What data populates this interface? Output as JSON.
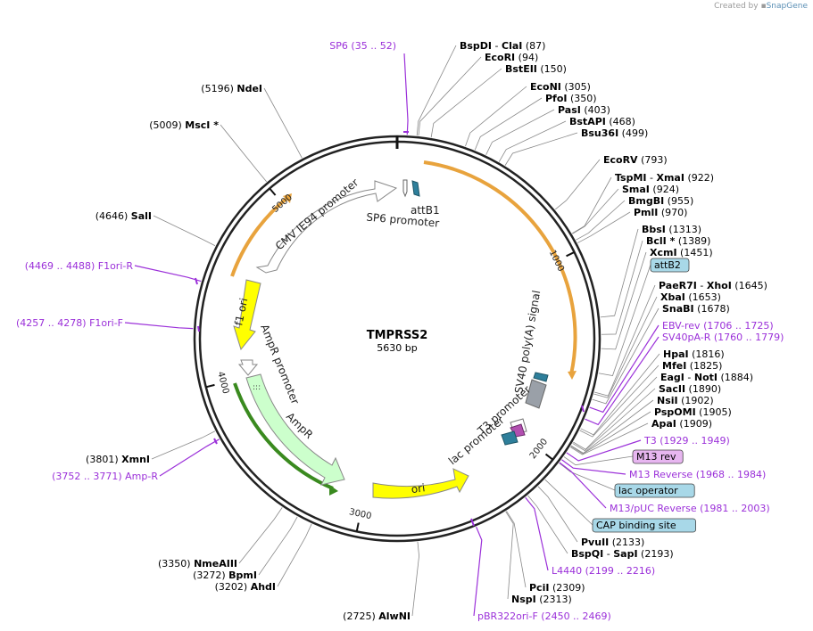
{
  "credit": {
    "prefix": "Created by",
    "brand": "SnapGene"
  },
  "plasmid": {
    "name": "TMPRSS2",
    "size": "5630 bp",
    "length": 5630
  },
  "ticks": [
    {
      "bp": 1000,
      "label": "1000"
    },
    {
      "bp": 2000,
      "label": "2000"
    },
    {
      "bp": 3000,
      "label": "3000"
    },
    {
      "bp": 4000,
      "label": "4000"
    },
    {
      "bp": 5000,
      "label": "5000"
    }
  ],
  "features": [
    {
      "name": "SP6 promoter",
      "start": 35,
      "end": 52,
      "color": "#ffffff",
      "kind": "arrow",
      "dir": 1,
      "label": "SP6 promoter"
    },
    {
      "name": "attB1",
      "start": 90,
      "end": 110,
      "color": "#2e7f9b",
      "kind": "box",
      "label": "attB1"
    },
    {
      "name": "CMV IE94 promoter",
      "label": "CMV IE94 promoter",
      "color": "#ffffff",
      "kind": "arrow"
    },
    {
      "name": "f1 ori",
      "label": "f1 ori",
      "color": "#ffff00",
      "kind": "arrow"
    },
    {
      "name": "AmpR promoter",
      "label": "AmpR promoter",
      "color": "#ffffff",
      "kind": "arrow"
    },
    {
      "name": "AmpR",
      "label": "AmpR",
      "color": "#ccffcc",
      "kind": "arrow"
    },
    {
      "name": "ori",
      "label": "ori",
      "color": "#ffff00",
      "kind": "arrow"
    },
    {
      "name": "lac promoter",
      "label": "lac promoter",
      "color": "#ffffff",
      "kind": "arrow"
    },
    {
      "name": "T3 promoter",
      "label": "T3 promoter",
      "color": "#ffffff",
      "kind": "arrow"
    },
    {
      "name": "SV40 poly(A) signal",
      "label": "SV40 poly(A) signal",
      "color": "#9aa0a8",
      "kind": "box"
    },
    {
      "name": "attB2",
      "label": "attB2",
      "color": "#2e7f9b",
      "kind": "box"
    }
  ],
  "labels": [
    {
      "id": "sp6",
      "side": "top",
      "text1": "(35 .. 52)",
      "text2": "SP6",
      "bold": false,
      "color": "#9b30d9",
      "bp": 44
    },
    {
      "id": "bspdi",
      "side": "right",
      "text1": "BspDI",
      "sep": " - ",
      "text1b": "ClaI",
      "text2": "(87)",
      "bold": true,
      "color": "#000",
      "bp": 87
    },
    {
      "id": "ecori",
      "side": "right",
      "text1": "EcoRI",
      "text2": "(94)",
      "bold": true,
      "color": "#000",
      "bp": 94
    },
    {
      "id": "bsteii",
      "side": "right",
      "text1": "BstEII",
      "text2": "(150)",
      "bold": true,
      "color": "#000",
      "bp": 150
    },
    {
      "id": "econi",
      "side": "right",
      "text1": "EcoNI",
      "text2": "(305)",
      "bold": true,
      "color": "#000",
      "bp": 305
    },
    {
      "id": "pfoi",
      "side": "right",
      "text1": "PfoI",
      "text2": "(350)",
      "bold": true,
      "color": "#000",
      "bp": 350
    },
    {
      "id": "pasi",
      "side": "right",
      "text1": "PasI",
      "text2": "(403)",
      "bold": true,
      "color": "#000",
      "bp": 403
    },
    {
      "id": "bstapi",
      "side": "right",
      "text1": "BstAPI",
      "text2": "(468)",
      "bold": true,
      "color": "#000",
      "bp": 468
    },
    {
      "id": "bsu36i",
      "side": "right",
      "text1": "Bsu36I",
      "text2": "(499)",
      "bold": true,
      "color": "#000",
      "bp": 499
    },
    {
      "id": "ecorv",
      "side": "right",
      "text1": "EcoRV",
      "text2": "(793)",
      "bold": true,
      "color": "#000",
      "bp": 793
    },
    {
      "id": "tspmi",
      "side": "right",
      "text1": "TspMI",
      "sep": " - ",
      "text1b": "XmaI",
      "text2": "(922)",
      "bold": true,
      "color": "#000",
      "bp": 922
    },
    {
      "id": "smai",
      "side": "right",
      "text1": "SmaI",
      "text2": "(924)",
      "bold": true,
      "color": "#000",
      "bp": 924
    },
    {
      "id": "bmgbi",
      "side": "right",
      "text1": "BmgBI",
      "text2": "(955)",
      "bold": true,
      "color": "#000",
      "bp": 955
    },
    {
      "id": "pmli",
      "side": "right",
      "text1": "PmlI",
      "text2": "(970)",
      "bold": true,
      "color": "#000",
      "bp": 970
    },
    {
      "id": "bbsi",
      "side": "right",
      "text1": "BbsI",
      "text2": "(1313)",
      "bold": true,
      "color": "#000",
      "bp": 1313
    },
    {
      "id": "bcli",
      "side": "right",
      "text1": "BclI *",
      "text2": "(1389)",
      "bold": true,
      "color": "#000",
      "bp": 1389
    },
    {
      "id": "xcmi",
      "side": "right",
      "text1": "XcmI",
      "text2": "(1451)",
      "bold": true,
      "color": "#000",
      "bp": 1451
    },
    {
      "id": "attb2",
      "side": "right",
      "text1": "attB2",
      "text2": "",
      "box": "#a8d8e8",
      "color": "#000",
      "bp": 1560
    },
    {
      "id": "paer7i",
      "side": "right",
      "text1": "PaeR7I",
      "sep": " - ",
      "text1b": "XhoI",
      "text2": "(1645)",
      "bold": true,
      "color": "#000",
      "bp": 1645
    },
    {
      "id": "xbai",
      "side": "right",
      "text1": "XbaI",
      "text2": "(1653)",
      "bold": true,
      "color": "#000",
      "bp": 1653
    },
    {
      "id": "snabi",
      "side": "right",
      "text1": "SnaBI",
      "text2": "(1678)",
      "bold": true,
      "color": "#000",
      "bp": 1678
    },
    {
      "id": "ebvrev",
      "side": "right",
      "text1": "EBV-rev",
      "text2": "(1706 .. 1725)",
      "bold": false,
      "color": "#9b30d9",
      "bp": 1715
    },
    {
      "id": "sv40par",
      "side": "right",
      "text1": "SV40pA-R",
      "text2": "(1760 .. 1779)",
      "bold": false,
      "color": "#9b30d9",
      "bp": 1770
    },
    {
      "id": "hpai",
      "side": "right",
      "text1": "HpaI",
      "text2": "(1816)",
      "bold": true,
      "color": "#000",
      "bp": 1816
    },
    {
      "id": "mfei",
      "side": "right",
      "text1": "MfeI",
      "text2": "(1825)",
      "bold": true,
      "color": "#000",
      "bp": 1825
    },
    {
      "id": "eagi",
      "side": "right",
      "text1": "EagI",
      "sep": " - ",
      "text1b": "NotI",
      "text2": "(1884)",
      "bold": true,
      "color": "#000",
      "bp": 1884
    },
    {
      "id": "sacii",
      "side": "right",
      "text1": "SacII",
      "text2": "(1890)",
      "bold": true,
      "color": "#000",
      "bp": 1890
    },
    {
      "id": "nsii",
      "side": "right",
      "text1": "NsiI",
      "text2": "(1902)",
      "bold": true,
      "color": "#000",
      "bp": 1902
    },
    {
      "id": "psp",
      "side": "right",
      "text1": "PspOMI",
      "text2": "(1905)",
      "bold": true,
      "color": "#000",
      "bp": 1905
    },
    {
      "id": "apai",
      "side": "right",
      "text1": "ApaI",
      "text2": "(1909)",
      "bold": true,
      "color": "#000",
      "bp": 1909
    },
    {
      "id": "t3",
      "side": "right",
      "text1": "T3",
      "text2": "(1929 .. 1949)",
      "bold": false,
      "color": "#9b30d9",
      "bp": 1939
    },
    {
      "id": "m13rev",
      "side": "right",
      "text1": "M13 rev",
      "text2": "",
      "box": "#e7b6f0",
      "color": "#000",
      "bp": 1960
    },
    {
      "id": "m13reverse",
      "side": "right",
      "text1": "M13 Reverse",
      "text2": "(1968 .. 1984)",
      "bold": false,
      "color": "#9b30d9",
      "bp": 1976
    },
    {
      "id": "lacop",
      "side": "right",
      "text1": "lac operator",
      "text2": "",
      "box": "#a8d8e8",
      "color": "#000",
      "bp": 1995
    },
    {
      "id": "m13puc",
      "side": "right",
      "text1": "M13/pUC Reverse",
      "text2": "(1981 .. 2003)",
      "bold": false,
      "color": "#9b30d9",
      "bp": 1992
    },
    {
      "id": "cap",
      "side": "right",
      "text1": "CAP binding site",
      "text2": "",
      "box": "#a8d8e8",
      "color": "#000",
      "bp": 2090
    },
    {
      "id": "pvuii",
      "side": "right",
      "text1": "PvuII",
      "text2": "(2133)",
      "bold": true,
      "color": "#000",
      "bp": 2133
    },
    {
      "id": "bspqi",
      "side": "right",
      "text1": "BspQI",
      "sep": " - ",
      "text1b": "SapI",
      "text2": "(2193)",
      "bold": true,
      "color": "#000",
      "bp": 2193
    },
    {
      "id": "l4440",
      "side": "right",
      "text1": "L4440",
      "text2": "(2199 .. 2216)",
      "bold": false,
      "color": "#9b30d9",
      "bp": 2207
    },
    {
      "id": "pcii",
      "side": "right",
      "text1": "PciI",
      "text2": "(2309)",
      "bold": true,
      "color": "#000",
      "bp": 2309
    },
    {
      "id": "nspi",
      "side": "right",
      "text1": "NspI",
      "text2": "(2313)",
      "bold": true,
      "color": "#000",
      "bp": 2313
    },
    {
      "id": "pbr322",
      "side": "right",
      "text1": "pBR322ori-F",
      "text2": "(2450 .. 2469)",
      "bold": false,
      "color": "#9b30d9",
      "bp": 2459
    },
    {
      "id": "alwni",
      "side": "left",
      "text1": "AlwNI",
      "text2": "(2725)",
      "bold": true,
      "color": "#000",
      "bp": 2725
    },
    {
      "id": "ahdi",
      "side": "left",
      "text1": "AhdI",
      "text2": "(3202)",
      "bold": true,
      "color": "#000",
      "bp": 3202
    },
    {
      "id": "bpmi",
      "side": "left",
      "text1": "BpmI",
      "text2": "(3272)",
      "bold": true,
      "color": "#000",
      "bp": 3272
    },
    {
      "id": "nmeaiii",
      "side": "left",
      "text1": "NmeAIII",
      "text2": "(3350)",
      "bold": true,
      "color": "#000",
      "bp": 3350
    },
    {
      "id": "ampr",
      "side": "left",
      "text1": "Amp-R",
      "text2": "(3752 .. 3771)",
      "bold": false,
      "color": "#9b30d9",
      "bp": 3761
    },
    {
      "id": "xmni",
      "side": "left",
      "text1": "XmnI",
      "text2": "(3801)",
      "bold": true,
      "color": "#000",
      "bp": 3801
    },
    {
      "id": "f1orif",
      "side": "left",
      "text1": "F1ori-F",
      "text2": "(4257 .. 4278)",
      "bold": false,
      "color": "#9b30d9",
      "bp": 4267
    },
    {
      "id": "f1orir",
      "side": "left",
      "text1": "F1ori-R",
      "text2": "(4469 .. 4488)",
      "bold": false,
      "color": "#9b30d9",
      "bp": 4478
    },
    {
      "id": "sali",
      "side": "left",
      "text1": "SalI",
      "text2": "(4646)",
      "bold": true,
      "color": "#000",
      "bp": 4646
    },
    {
      "id": "msci",
      "side": "left",
      "text1": "MscI *",
      "text2": "(5009)",
      "bold": true,
      "color": "#000",
      "bp": 5009
    },
    {
      "id": "ndei",
      "side": "left",
      "text1": "NdeI",
      "text2": "(5196)",
      "bold": true,
      "color": "#000",
      "bp": 5196
    }
  ]
}
